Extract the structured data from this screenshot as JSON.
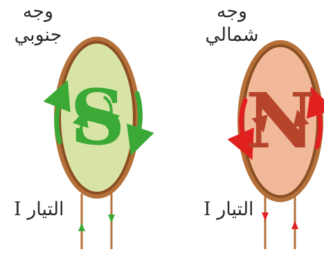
{
  "south_face": {
    "label": "وجه جنوبي",
    "pole_letter": "S",
    "current_label": "التيار I",
    "fill_color": "#d8e4a6",
    "arrow_color": "#3aa935"
  },
  "north_face": {
    "label": "وجه شمالي",
    "pole_letter": "N",
    "current_label": "التيار I",
    "fill_color": "#f1b99a",
    "arrow_color": "#e0201f"
  },
  "coil_rim_color": "#b5703a"
}
